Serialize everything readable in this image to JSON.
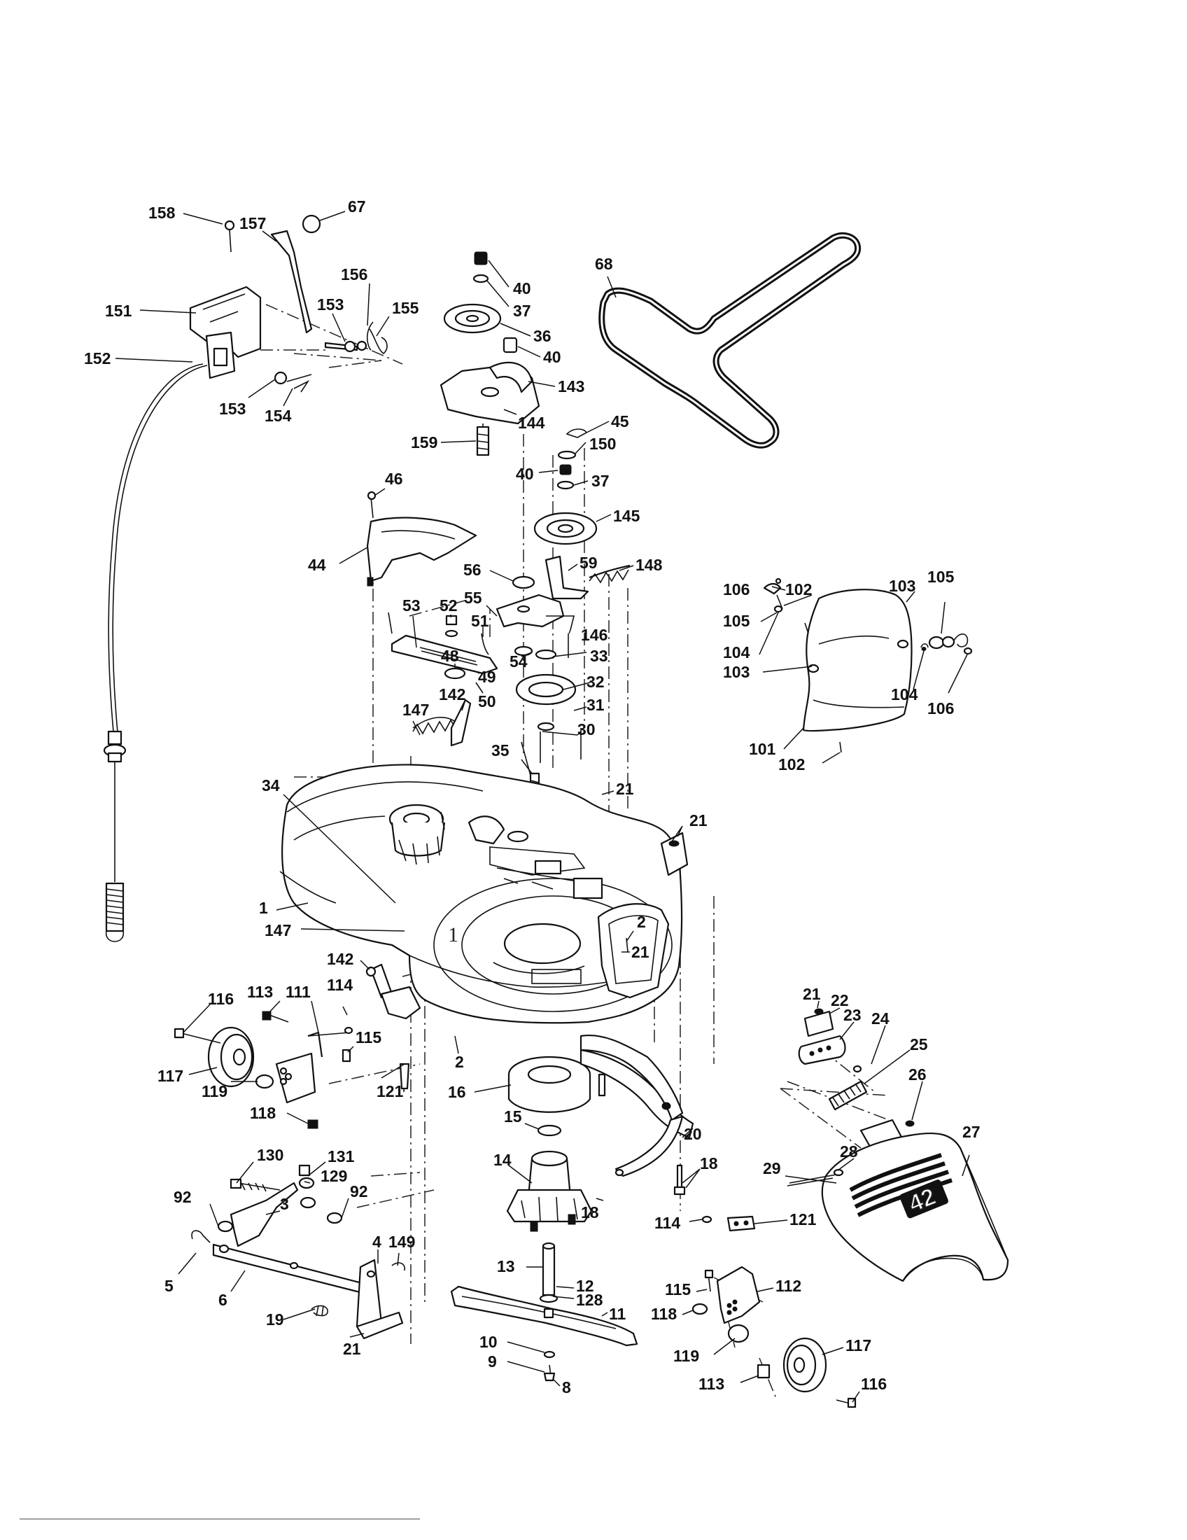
{
  "diagram": {
    "deck_marking": "1",
    "deflector_badge": "42",
    "callouts": [
      {
        "id": "c67",
        "label": "67"
      },
      {
        "id": "c157",
        "label": "157"
      },
      {
        "id": "c158",
        "label": "158"
      },
      {
        "id": "c156",
        "label": "156"
      },
      {
        "id": "c153a",
        "label": "153"
      },
      {
        "id": "c155",
        "label": "155"
      },
      {
        "id": "c151",
        "label": "151"
      },
      {
        "id": "c152",
        "label": "152"
      },
      {
        "id": "c153b",
        "label": "153"
      },
      {
        "id": "c154",
        "label": "154"
      },
      {
        "id": "c40a",
        "label": "40"
      },
      {
        "id": "c37a",
        "label": "37"
      },
      {
        "id": "c36",
        "label": "36"
      },
      {
        "id": "c40b",
        "label": "40"
      },
      {
        "id": "c143",
        "label": "143"
      },
      {
        "id": "c144",
        "label": "144"
      },
      {
        "id": "c159",
        "label": "159"
      },
      {
        "id": "c45",
        "label": "45"
      },
      {
        "id": "c150",
        "label": "150"
      },
      {
        "id": "c40c",
        "label": "40"
      },
      {
        "id": "c37b",
        "label": "37"
      },
      {
        "id": "c145",
        "label": "145"
      },
      {
        "id": "c68",
        "label": "68"
      },
      {
        "id": "c46",
        "label": "46"
      },
      {
        "id": "c44",
        "label": "44"
      },
      {
        "id": "c56",
        "label": "56"
      },
      {
        "id": "c59",
        "label": "59"
      },
      {
        "id": "c148",
        "label": "148"
      },
      {
        "id": "c55",
        "label": "55"
      },
      {
        "id": "c53",
        "label": "53"
      },
      {
        "id": "c52",
        "label": "52"
      },
      {
        "id": "c51",
        "label": "51"
      },
      {
        "id": "c146",
        "label": "146"
      },
      {
        "id": "c48",
        "label": "48"
      },
      {
        "id": "c54",
        "label": "54"
      },
      {
        "id": "c33",
        "label": "33"
      },
      {
        "id": "c49",
        "label": "49"
      },
      {
        "id": "c50",
        "label": "50"
      },
      {
        "id": "c32",
        "label": "32"
      },
      {
        "id": "c31",
        "label": "31"
      },
      {
        "id": "c147a",
        "label": "147"
      },
      {
        "id": "c142a",
        "label": "142"
      },
      {
        "id": "c30",
        "label": "30"
      },
      {
        "id": "c35",
        "label": "35"
      },
      {
        "id": "c21a",
        "label": "21"
      },
      {
        "id": "c34",
        "label": "34"
      },
      {
        "id": "c21b",
        "label": "21"
      },
      {
        "id": "c106a",
        "label": "106"
      },
      {
        "id": "c102a",
        "label": "102"
      },
      {
        "id": "c103a",
        "label": "103"
      },
      {
        "id": "c105a",
        "label": "105"
      },
      {
        "id": "c105b",
        "label": "105"
      },
      {
        "id": "c104a",
        "label": "104"
      },
      {
        "id": "c103b",
        "label": "103"
      },
      {
        "id": "c104b",
        "label": "104"
      },
      {
        "id": "c106b",
        "label": "106"
      },
      {
        "id": "c101",
        "label": "101"
      },
      {
        "id": "c102b",
        "label": "102"
      },
      {
        "id": "c1",
        "label": "1"
      },
      {
        "id": "c147b",
        "label": "147"
      },
      {
        "id": "c2a",
        "label": "2"
      },
      {
        "id": "c21c",
        "label": "21"
      },
      {
        "id": "c142b",
        "label": "142"
      },
      {
        "id": "c114a",
        "label": "114"
      },
      {
        "id": "c116a",
        "label": "116"
      },
      {
        "id": "c113a",
        "label": "113"
      },
      {
        "id": "c111",
        "label": "111"
      },
      {
        "id": "c115a",
        "label": "115"
      },
      {
        "id": "c117a",
        "label": "117"
      },
      {
        "id": "c119a",
        "label": "119"
      },
      {
        "id": "c121a",
        "label": "121"
      },
      {
        "id": "c118a",
        "label": "118"
      },
      {
        "id": "c2b",
        "label": "2"
      },
      {
        "id": "c16",
        "label": "16"
      },
      {
        "id": "c21d",
        "label": "21"
      },
      {
        "id": "c22",
        "label": "22"
      },
      {
        "id": "c23",
        "label": "23"
      },
      {
        "id": "c24",
        "label": "24"
      },
      {
        "id": "c25",
        "label": "25"
      },
      {
        "id": "c26",
        "label": "26"
      },
      {
        "id": "c15",
        "label": "15"
      },
      {
        "id": "c20",
        "label": "20"
      },
      {
        "id": "c27",
        "label": "27"
      },
      {
        "id": "c28",
        "label": "28"
      },
      {
        "id": "c29",
        "label": "29"
      },
      {
        "id": "c130",
        "label": "130"
      },
      {
        "id": "c131",
        "label": "131"
      },
      {
        "id": "c14",
        "label": "14"
      },
      {
        "id": "c18a",
        "label": "18"
      },
      {
        "id": "c129",
        "label": "129"
      },
      {
        "id": "c92a",
        "label": "92"
      },
      {
        "id": "c92b",
        "label": "92"
      },
      {
        "id": "c3",
        "label": "3"
      },
      {
        "id": "c18b",
        "label": "18"
      },
      {
        "id": "c114b",
        "label": "114"
      },
      {
        "id": "c121b",
        "label": "121"
      },
      {
        "id": "c4",
        "label": "4"
      },
      {
        "id": "c149",
        "label": "149"
      },
      {
        "id": "c13",
        "label": "13"
      },
      {
        "id": "c5",
        "label": "5"
      },
      {
        "id": "c6",
        "label": "6"
      },
      {
        "id": "c12",
        "label": "12"
      },
      {
        "id": "c128",
        "label": "128"
      },
      {
        "id": "c115b",
        "label": "115"
      },
      {
        "id": "c112",
        "label": "112"
      },
      {
        "id": "c11",
        "label": "11"
      },
      {
        "id": "c118b",
        "label": "118"
      },
      {
        "id": "c19",
        "label": "19"
      },
      {
        "id": "c21e",
        "label": "21"
      },
      {
        "id": "c10",
        "label": "10"
      },
      {
        "id": "c117b",
        "label": "117"
      },
      {
        "id": "c9",
        "label": "9"
      },
      {
        "id": "c119b",
        "label": "119"
      },
      {
        "id": "c8",
        "label": "8"
      },
      {
        "id": "c113b",
        "label": "113"
      },
      {
        "id": "c116b",
        "label": "116"
      }
    ]
  }
}
